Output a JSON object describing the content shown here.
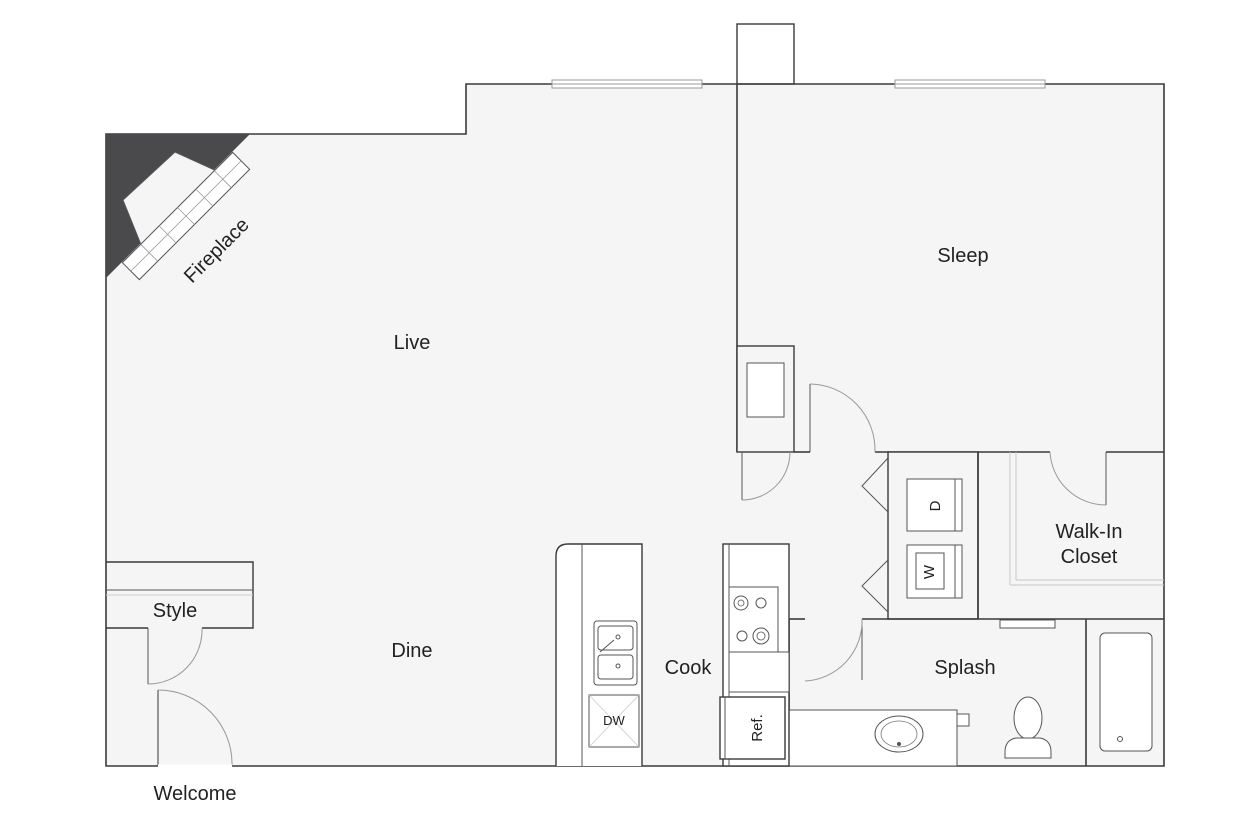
{
  "rooms": {
    "live": "Live",
    "sleep": "Sleep",
    "dine": "Dine",
    "cook": "Cook",
    "splash": "Splash",
    "style": "Style",
    "welcome": "Welcome",
    "walk_in_line1": "Walk-In",
    "walk_in_line2": "Closet",
    "fireplace": "Fireplace"
  },
  "fixtures": {
    "dishwasher": "DW",
    "refrigerator": "Ref.",
    "dryer": "D",
    "washer": "W"
  },
  "colors": {
    "floor": "#f4f5f4",
    "wall": "#3a3a3a",
    "fireplace_fill": "#4a4a4c"
  }
}
